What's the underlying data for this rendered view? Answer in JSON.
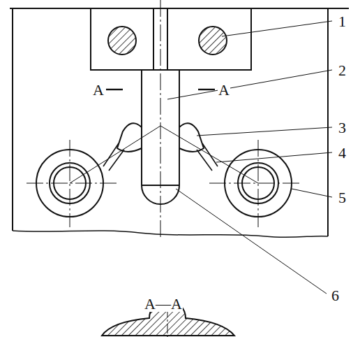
{
  "diagram": {
    "labels": [
      "1",
      "2",
      "3",
      "4",
      "5",
      "6",
      "A",
      "A",
      "A—A"
    ]
  }
}
